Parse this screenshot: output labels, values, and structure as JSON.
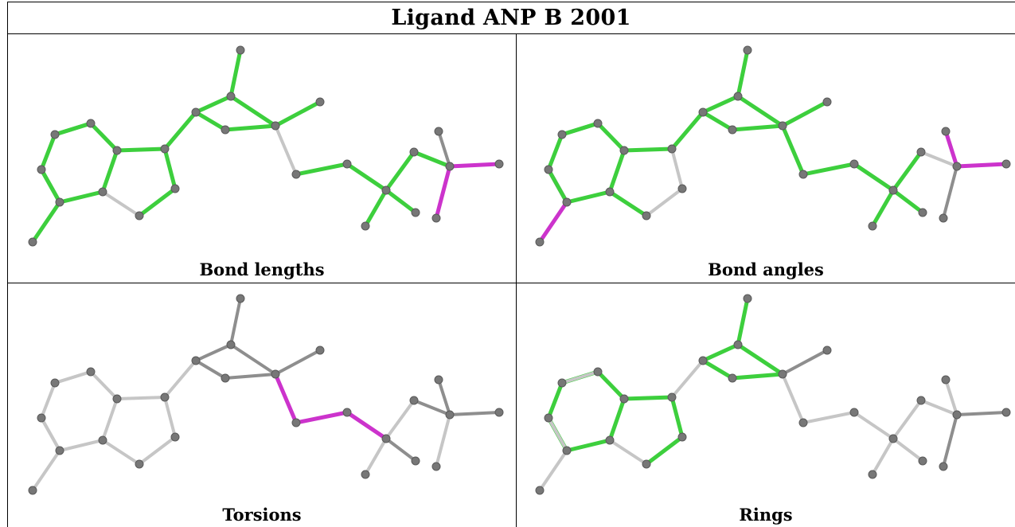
{
  "title": "Ligand ANP B 2001",
  "colors": {
    "green": "#3dcf3d",
    "magenta": "#cc33cc",
    "gray": "#8e8e8e",
    "light_gray": "#c6c6c6",
    "atom": "#777777"
  },
  "panels": [
    {
      "caption": "Bond lengths",
      "bonds": [
        "g",
        "g",
        "g",
        "g",
        "g",
        "g",
        "g",
        "g",
        "g",
        "g",
        "l",
        "g",
        "g",
        "g",
        "g",
        "g",
        "g",
        "g",
        "l",
        "g",
        "g",
        "g",
        "g",
        "g",
        "g",
        "d",
        "m",
        "m",
        "g",
        "g"
      ]
    },
    {
      "caption": "Bond angles",
      "bonds": [
        "g",
        "g",
        "g",
        "g",
        "g",
        "m",
        "m",
        "g",
        "l",
        "l",
        "g",
        "g",
        "g",
        "g",
        "g",
        "g",
        "g",
        "g",
        "g",
        "g",
        "g",
        "g",
        "g",
        "g",
        "l",
        "m",
        "m",
        "d",
        "g",
        "g"
      ]
    },
    {
      "caption": "Torsions",
      "bonds": [
        "l",
        "l",
        "l",
        "l",
        "l",
        "l",
        "l",
        "l",
        "l",
        "l",
        "l",
        "d",
        "d",
        "d",
        "d",
        "d",
        "l",
        "d",
        "m",
        "m",
        "m",
        "d",
        "l",
        "l",
        "d",
        "d",
        "d",
        "l",
        "l",
        "l"
      ]
    },
    {
      "caption": "Rings",
      "bonds": [
        "g",
        "g",
        "g",
        "g",
        "g",
        "g",
        "l",
        "g",
        "g",
        "g",
        "l",
        "g",
        "g",
        "g",
        "g",
        "g",
        "l",
        "d",
        "l",
        "l",
        "l",
        "l",
        "l",
        "l",
        "l",
        "l",
        "d",
        "d",
        "l",
        "l"
      ]
    }
  ]
}
